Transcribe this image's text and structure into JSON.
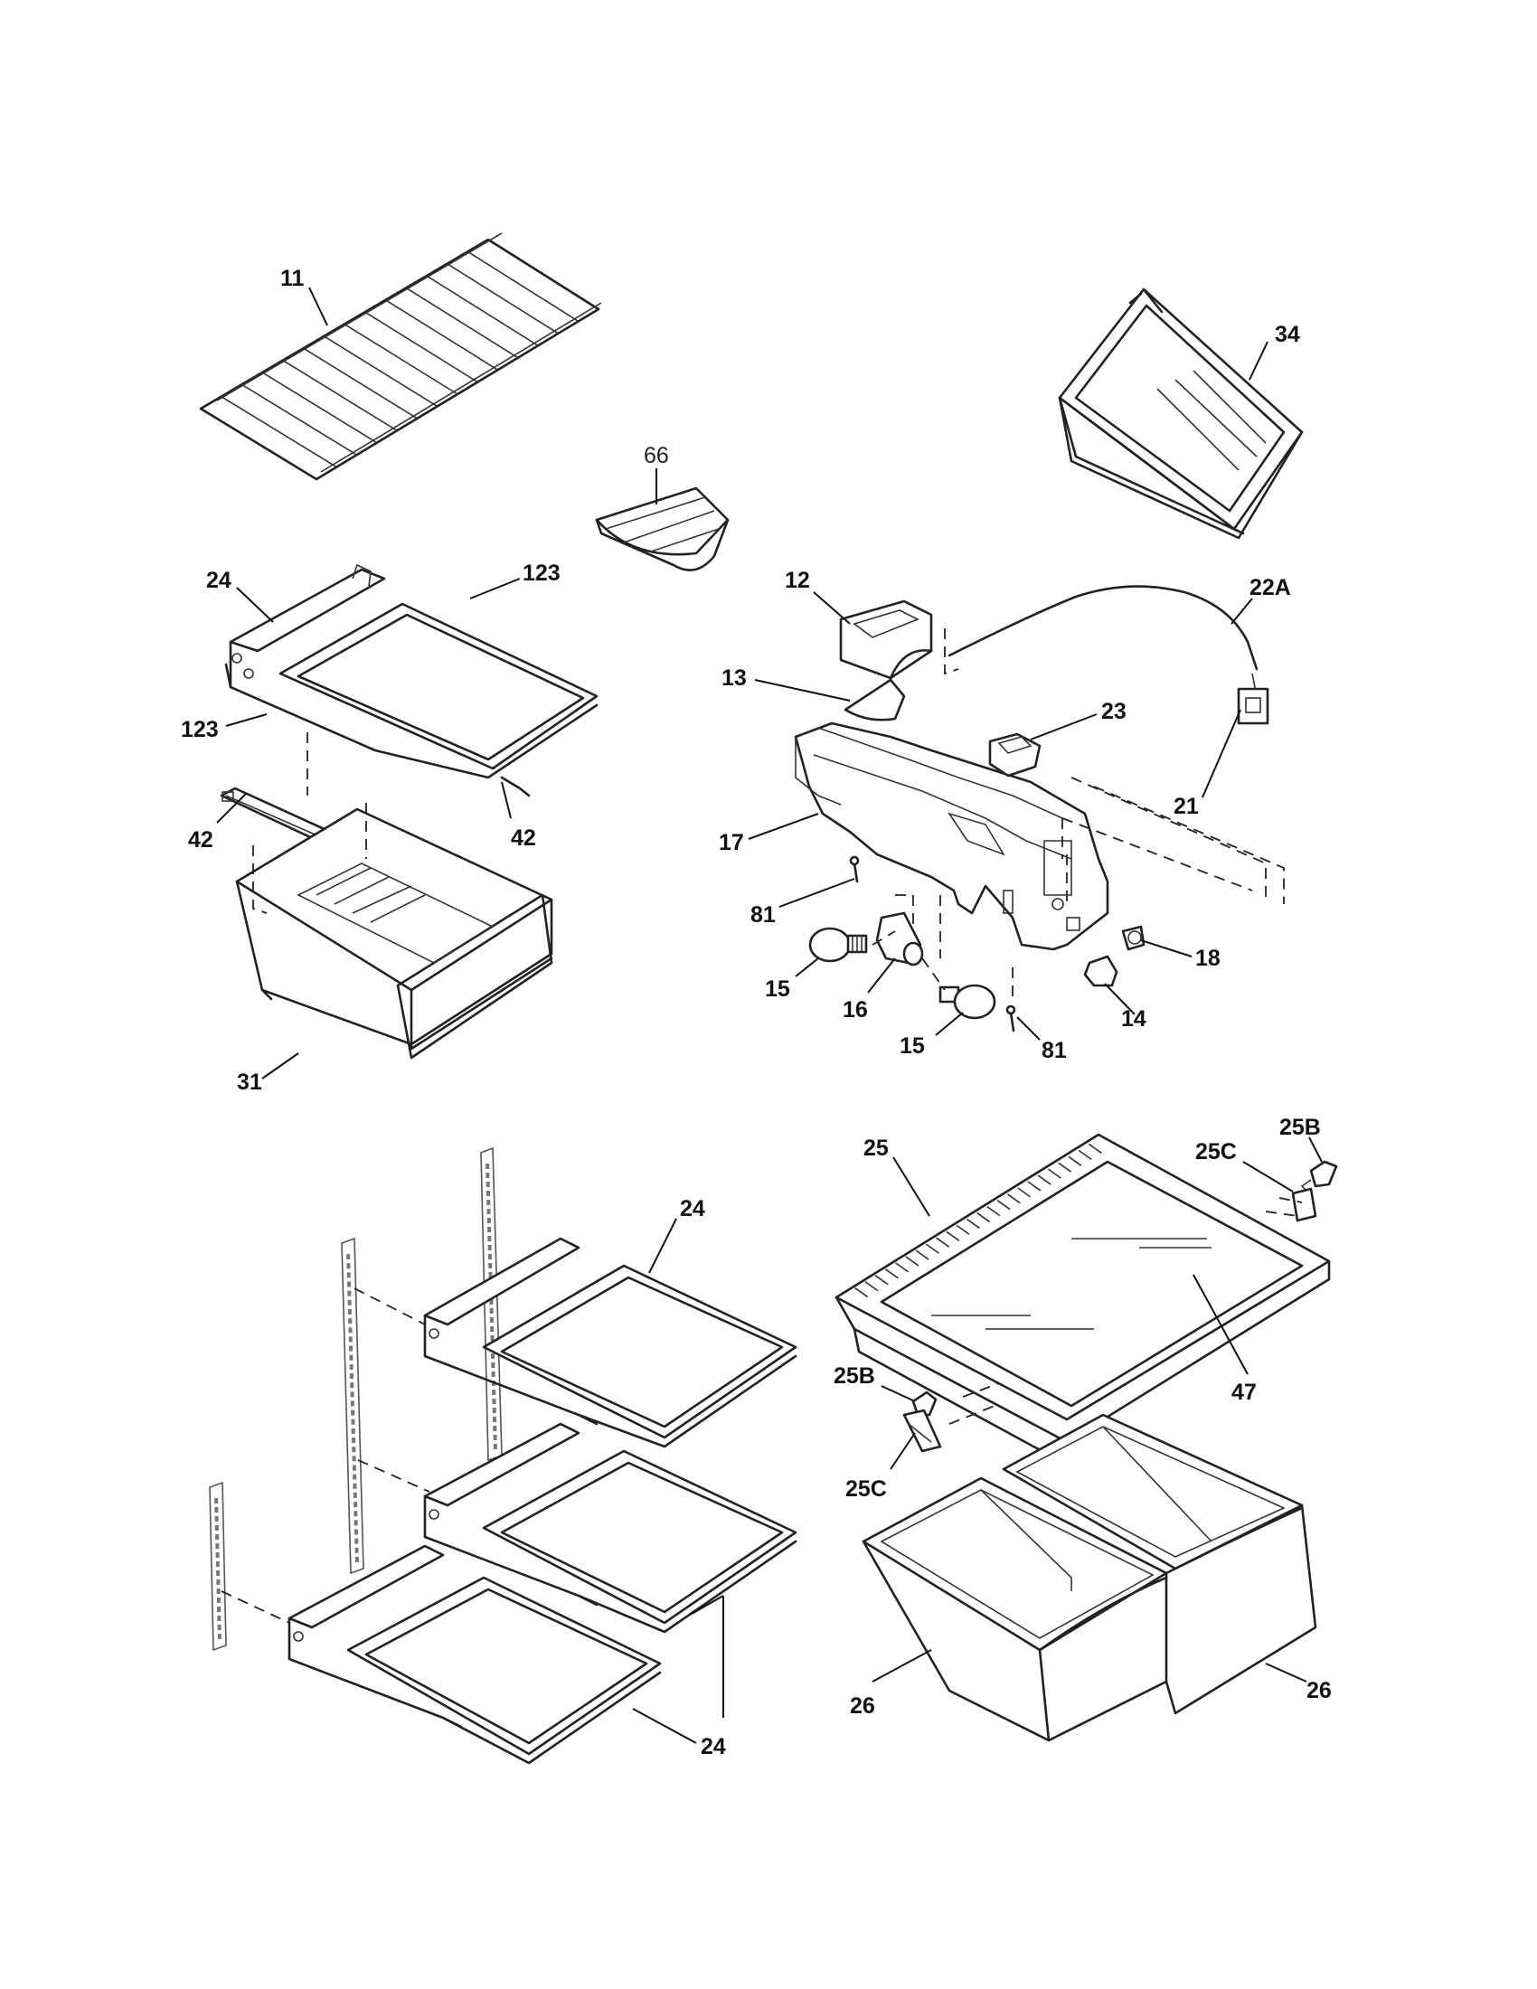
{
  "callouts": {
    "p11": "11",
    "p34": "34",
    "p66": "66",
    "p24_top": "24",
    "p123_top": "123",
    "p123_left": "123",
    "p42_right": "42",
    "p42_left": "42",
    "p31": "31",
    "p12": "12",
    "p22a": "22A",
    "p13": "13",
    "p23": "23",
    "p21": "21",
    "p17": "17",
    "p81_left": "81",
    "p81_right": "81",
    "p18": "18",
    "p15_left": "15",
    "p16": "16",
    "p15_right": "15",
    "p14": "14",
    "p25b_top": "25B",
    "p25": "25",
    "p25c_top": "25C",
    "p24_upper": "24",
    "p47": "47",
    "p25b_bottom": "25B",
    "p25c_bottom": "25C",
    "p26_left": "26",
    "p26_right": "26",
    "p24_bottom": "24"
  }
}
